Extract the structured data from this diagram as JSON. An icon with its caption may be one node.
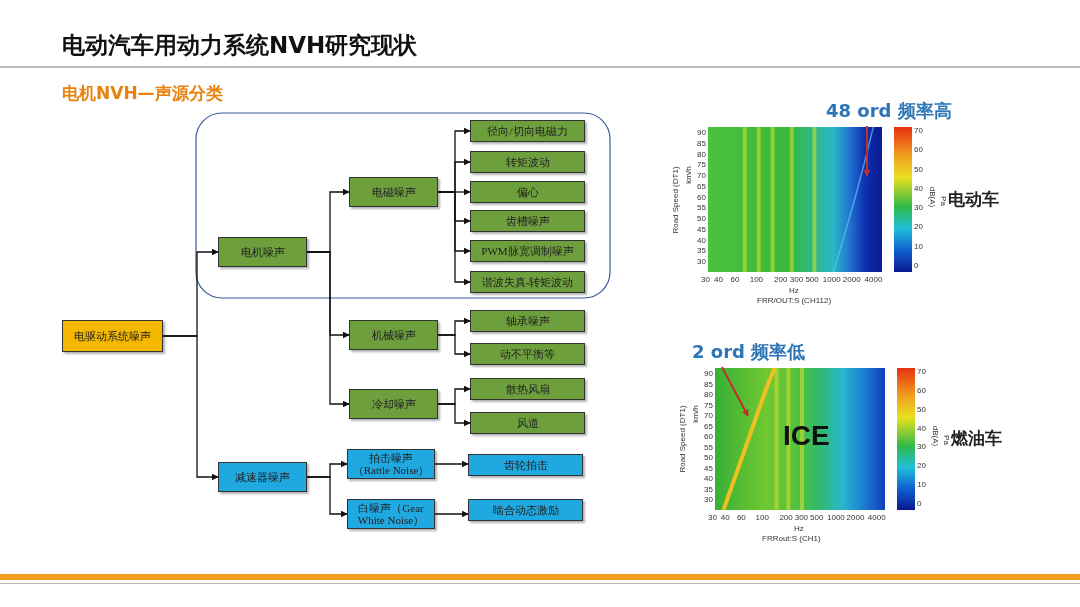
{
  "diagram": {
    "title": "电动汽车用动力系统NVH研究现状",
    "nodes": [
      {
        "text": [
          "电驱动系统噪声"
        ]
      },
      {
        "text": [
          "电机噪声"
        ]
      },
      {
        "text": [
          "电磁噪声"
        ]
      },
      {
        "text": [
          "径向/切向电磁力"
        ]
      },
      {
        "text": [
          "转矩波动"
        ]
      },
      {
        "text": [
          "偏心"
        ]
      },
      {
        "text": [
          "齿槽噪声"
        ]
      },
      {
        "text": [
          "PWM脉宽调制噪声"
        ]
      },
      {
        "text": [
          "谐波失真-转矩波动"
        ]
      },
      {
        "text": [
          "机械噪声"
        ]
      },
      {
        "text": [
          "轴承噪声"
        ]
      },
      {
        "text": [
          "动不平衡等"
        ]
      },
      {
        "text": [
          "冷却噪声"
        ]
      },
      {
        "text": [
          "散热风扇"
        ]
      },
      {
        "text": [
          "风道"
        ]
      },
      {
        "text": [
          "减速器噪声"
        ]
      },
      {
        "text": [
          "拍击噪声（Rattle Noise）"
        ]
      },
      {
        "text": [
          "白噪声（Gear White Noise）"
        ]
      },
      {
        "text": [
          "齿轮拍击"
        ]
      },
      {
        "text": [
          "啮合动态激励"
        ]
      },
      {
        "text": [
          "48 ord 频率高"
        ]
      },
      {
        "text": [],
        "shape": "picture",
        "beside": [
          "电动车"
        ]
      },
      {
        "text": [
          "2 ord 频率低"
        ]
      },
      {
        "text": [],
        "shape": "picture",
        "beside": [
          "燃油车"
        ]
      }
    ],
    "edges": [
      {
        "from": 0,
        "to": 1,
        "arrow": "to"
      },
      {
        "from": 0,
        "to": 15,
        "arrow": "to"
      },
      {
        "from": 1,
        "to": 2,
        "arrow": "to"
      },
      {
        "from": 1,
        "to": 9,
        "arrow": "to"
      },
      {
        "from": 1,
        "to": 12,
        "arrow": "to"
      },
      {
        "from": 2,
        "to": 3,
        "arrow": "to"
      },
      {
        "from": 2,
        "to": 4,
        "arrow": "to"
      },
      {
        "from": 2,
        "to": 5,
        "arrow": "to"
      },
      {
        "from": 2,
        "to": 6,
        "arrow": "to"
      },
      {
        "from": 2,
        "to": 7,
        "arrow": "to"
      },
      {
        "from": 2,
        "to": 8,
        "arrow": "to"
      },
      {
        "from": 9,
        "to": 10,
        "arrow": "to"
      },
      {
        "from": 9,
        "to": 11,
        "arrow": "to"
      },
      {
        "from": 12,
        "to": 13,
        "arrow": "to"
      },
      {
        "from": 12,
        "to": 14,
        "arrow": "to"
      },
      {
        "from": 15,
        "to": 16,
        "arrow": "to"
      },
      {
        "from": 15,
        "to": 17,
        "arrow": "to"
      },
      {
        "from": 16,
        "to": 18,
        "arrow": "to"
      },
      {
        "from": 17,
        "to": 19,
        "arrow": "to"
      },
      {
        "from": 20,
        "to": 21,
        "arrow": "to",
        "color": "#c0302a"
      },
      {
        "from": 22,
        "to": 23,
        "arrow": "to",
        "color": "#c0302a"
      }
    ],
    "labels": [
      "电机NVH—声源分类",
      "90",
      "85",
      "80",
      "75",
      "70",
      "65",
      "60",
      "55",
      "50",
      "45",
      "40",
      "35",
      "30",
      "Road Speed (DT1)",
      "km/h",
      "30",
      "40",
      "60",
      "100",
      "200",
      "300",
      "500",
      "1000",
      "2000",
      "4000",
      "Hz",
      "FRR/OUT:S (CH112)",
      "70",
      "60",
      "50",
      "40",
      "30",
      "20",
      "10",
      "0",
      "dB(A)",
      "Pa",
      "90",
      "85",
      "80",
      "75",
      "70",
      "65",
      "60",
      "55",
      "50",
      "45",
      "40",
      "35",
      "30",
      "Road Speed (DT1)",
      "km/h",
      "30",
      "40",
      "60",
      "100",
      "200",
      "300",
      "500",
      "1000",
      "2000",
      "4000",
      "Hz",
      "FRRout:S (CH1)",
      "70",
      "60",
      "50",
      "40",
      "30",
      "20",
      "10",
      "0",
      "dB(A)",
      "Pa",
      "ICE"
    ]
  }
}
